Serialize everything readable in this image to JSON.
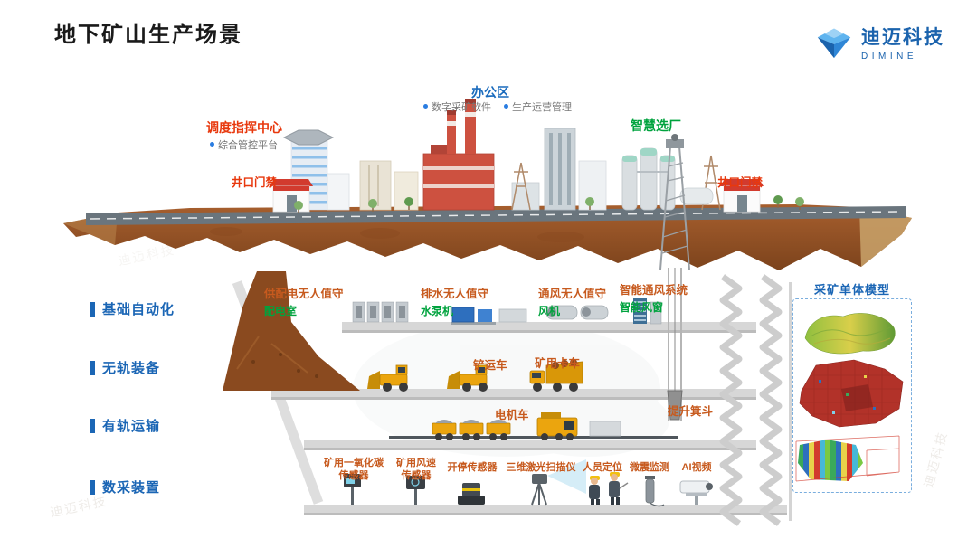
{
  "colors": {
    "brand_blue": "#1b63ad",
    "red": "#e8380d",
    "green": "#00a33e",
    "orange": "#c75a1e",
    "label_blue": "#1b66b5"
  },
  "header": {
    "title": "地下矿山生产场景",
    "logo_cn": "迪迈科技",
    "logo_en": "DIMINE"
  },
  "watermark": "迪迈科技",
  "surface": {
    "dispatch_title": "调度指挥中心",
    "dispatch_item": "综合管控平台",
    "office_title": "办公区",
    "office_item1": "数字采矿软件",
    "office_item2": "生产运营管理",
    "plant_title": "智慧选厂",
    "gate_left": "井口门禁",
    "gate_right": "井口门禁"
  },
  "levels": [
    {
      "label": "基础自动化"
    },
    {
      "label": "无轨装备"
    },
    {
      "label": "有轨运输"
    },
    {
      "label": "数采装置"
    }
  ],
  "automation": [
    {
      "title": "供配电无人值守",
      "sub": "配电室"
    },
    {
      "title": "排水无人值守",
      "sub": "水泵机"
    },
    {
      "title": "通风无人值守",
      "sub": "风机"
    },
    {
      "title": "智能通风系统",
      "sub": "智能风窗"
    }
  ],
  "equipment": {
    "loader": "铲运车",
    "truck": "矿用卡车",
    "locomotive": "电机车",
    "skip": "提升箕斗"
  },
  "sensors": [
    {
      "label": "矿用一氧化碳传感器"
    },
    {
      "label": "矿用风速传感器"
    },
    {
      "label": "开停传感器"
    },
    {
      "label": "三维激光扫描仪"
    },
    {
      "label": "人员定位"
    },
    {
      "label": "微震监测"
    },
    {
      "label": "AI视频"
    }
  ],
  "side_panel": {
    "title": "采矿单体模型"
  }
}
